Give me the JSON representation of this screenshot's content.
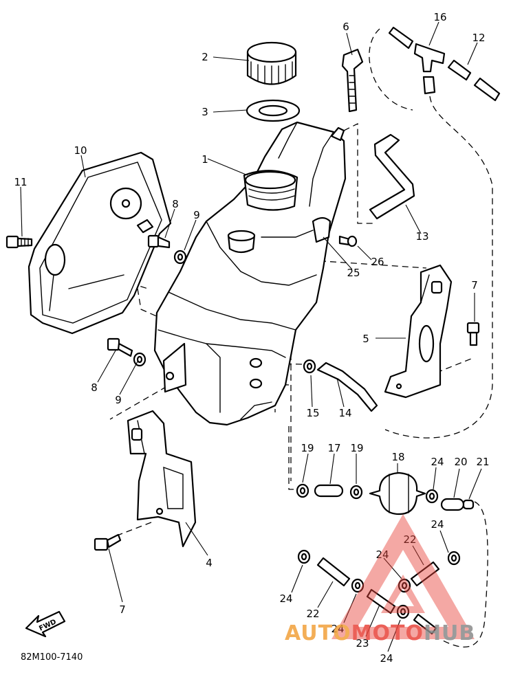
{
  "callouts": [
    {
      "id": "c1",
      "label": "1"
    },
    {
      "id": "c2",
      "label": "2"
    },
    {
      "id": "c3",
      "label": "3"
    },
    {
      "id": "c4",
      "label": "4"
    },
    {
      "id": "c5",
      "label": "5"
    },
    {
      "id": "c6",
      "label": "6"
    },
    {
      "id": "c7a",
      "label": "7"
    },
    {
      "id": "c7b",
      "label": "7"
    },
    {
      "id": "c8a",
      "label": "8"
    },
    {
      "id": "c8b",
      "label": "8"
    },
    {
      "id": "c9a",
      "label": "9"
    },
    {
      "id": "c9b",
      "label": "9"
    },
    {
      "id": "c10",
      "label": "10"
    },
    {
      "id": "c11",
      "label": "11"
    },
    {
      "id": "c12",
      "label": "12"
    },
    {
      "id": "c13",
      "label": "13"
    },
    {
      "id": "c14",
      "label": "14"
    },
    {
      "id": "c15",
      "label": "15"
    },
    {
      "id": "c16",
      "label": "16"
    },
    {
      "id": "c17",
      "label": "17"
    },
    {
      "id": "c18",
      "label": "18"
    },
    {
      "id": "c19a",
      "label": "19"
    },
    {
      "id": "c19b",
      "label": "19"
    },
    {
      "id": "c20",
      "label": "20"
    },
    {
      "id": "c21",
      "label": "21"
    },
    {
      "id": "c22a",
      "label": "22"
    },
    {
      "id": "c22b",
      "label": "22"
    },
    {
      "id": "c23",
      "label": "23"
    },
    {
      "id": "c24a",
      "label": "24"
    },
    {
      "id": "c24b",
      "label": "24"
    },
    {
      "id": "c24c",
      "label": "24"
    },
    {
      "id": "c24d",
      "label": "24"
    },
    {
      "id": "c24e",
      "label": "24"
    },
    {
      "id": "c24f",
      "label": "24"
    },
    {
      "id": "c25",
      "label": "25"
    },
    {
      "id": "c26",
      "label": "26"
    }
  ],
  "diagram_code": "82M100-7140",
  "fwd_label": "FWD",
  "watermark": {
    "part1": "AUTO",
    "part2": "MOTO",
    "part3": "HUB",
    "color_orange": "#f2a03a",
    "color_red": "#e8453c",
    "color_gray": "#8a8a8a"
  }
}
